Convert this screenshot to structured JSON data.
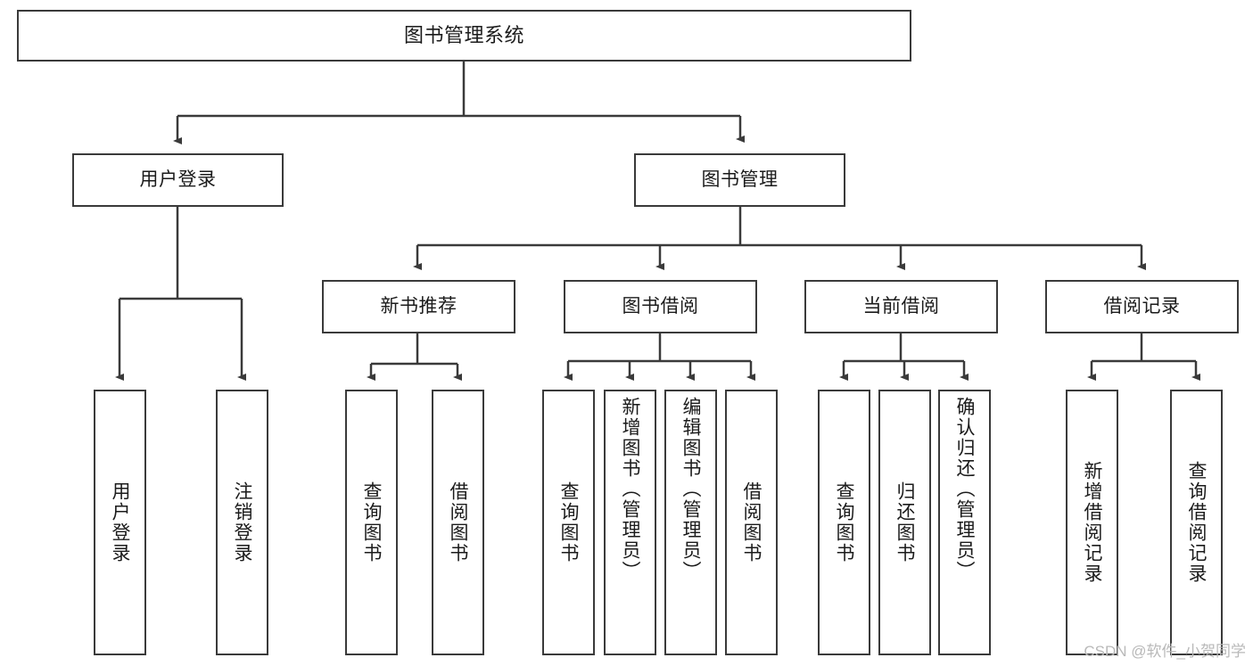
{
  "diagram": {
    "title": "图书管理系统",
    "type": "tree",
    "watermark": "CSDN @软件_小贺同学",
    "colors": {
      "background": "#ffffff",
      "stroke": "#3a3a3a",
      "text": "#1b1b1b",
      "watermark": "#b9b9b9"
    },
    "root": {
      "label": "图书管理系统"
    },
    "level1": [
      {
        "label": "用户登录"
      },
      {
        "label": "图书管理"
      }
    ],
    "level2": [
      {
        "label": "新书推荐"
      },
      {
        "label": "图书借阅"
      },
      {
        "label": "当前借阅"
      },
      {
        "label": "借阅记录"
      }
    ],
    "leaves": {
      "user_login": [
        {
          "label": "用户登录"
        },
        {
          "label": "注销登录"
        }
      ],
      "new_book_recommend": [
        {
          "label": "查询图书"
        },
        {
          "label": "借阅图书"
        }
      ],
      "book_borrow": [
        {
          "label": "查询图书"
        },
        {
          "label": "新增图书（管理员）"
        },
        {
          "label": "编辑图书（管理员）"
        },
        {
          "label": "借阅图书"
        }
      ],
      "current_borrow": [
        {
          "label": "查询图书"
        },
        {
          "label": "归还图书"
        },
        {
          "label": "确认归还（管理员）"
        }
      ],
      "borrow_record": [
        {
          "label": "新增借阅记录"
        },
        {
          "label": "查询借阅记录"
        }
      ]
    }
  }
}
